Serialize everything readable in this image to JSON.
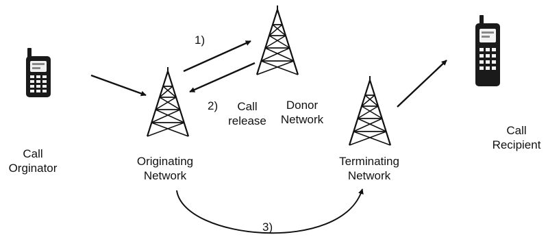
{
  "nodes": {
    "caller": {
      "line1": "Call",
      "line2": "Orginator"
    },
    "originating": {
      "line1": "Originating",
      "line2": "Network"
    },
    "donor": {
      "line1": "Donor",
      "line2": "Network"
    },
    "terminating": {
      "line1": "Terminating",
      "line2": "Network"
    },
    "recipient": {
      "line1": "Call",
      "line2": "Recipient"
    }
  },
  "steps": {
    "step1": "1)",
    "step2_number": "2)",
    "step2_line1": "Call",
    "step2_line2": "release",
    "step3": "3)"
  },
  "colors": {
    "ink": "#111111",
    "phone_body": "#1a1a1a",
    "background": "#ffffff"
  },
  "icons": [
    "mobile-phone-icon",
    "radio-tower-icon",
    "arrow-icon"
  ]
}
